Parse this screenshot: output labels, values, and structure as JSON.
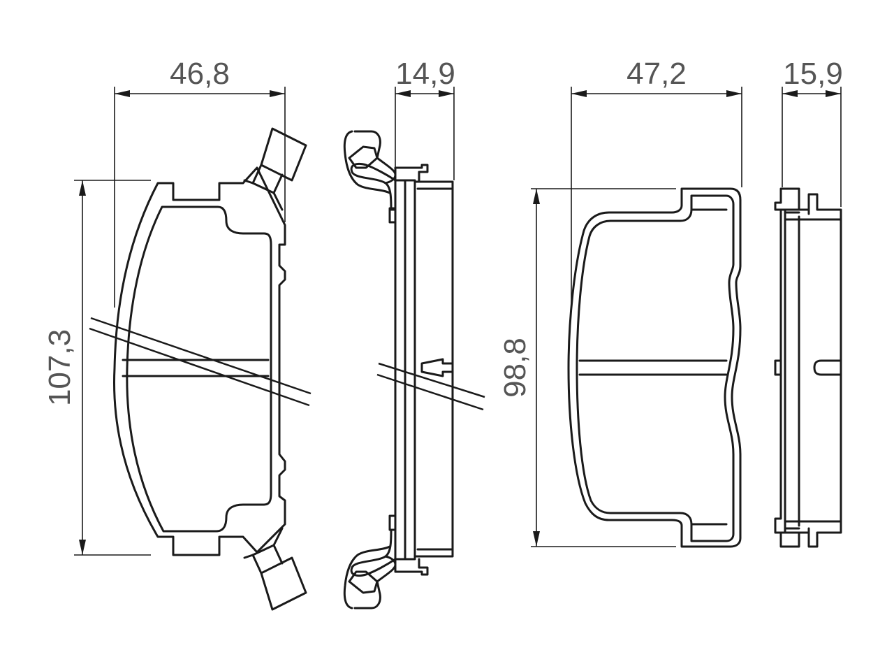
{
  "dimensions": {
    "pad1_width": "46,8",
    "pad1_thickness": "14,9",
    "pad1_height": "107,3",
    "pad2_width": "47,2",
    "pad2_thickness": "15,9",
    "pad2_height": "98,8"
  },
  "colors": {
    "line": "#1a1a1a",
    "text": "#555555",
    "background": "#ffffff"
  }
}
